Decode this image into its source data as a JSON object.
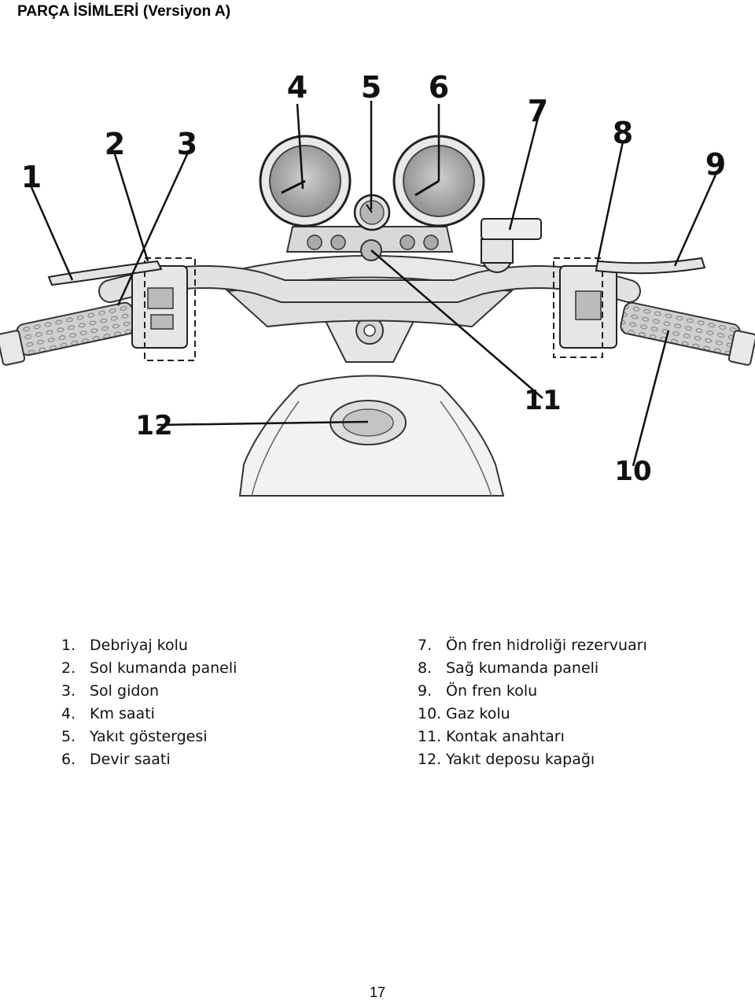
{
  "document": {
    "title": "PARÇA İSİMLERİ (Versiyon A)",
    "page_number": "17"
  },
  "callouts": [
    "1",
    "2",
    "3",
    "4",
    "5",
    "6",
    "7",
    "8",
    "9",
    "10",
    "11",
    "12"
  ],
  "parts": {
    "left": [
      {
        "num": "1.",
        "name": "Debriyaj kolu"
      },
      {
        "num": "2.",
        "name": "Sol kumanda paneli"
      },
      {
        "num": "3.",
        "name": "Sol gidon"
      },
      {
        "num": "4.",
        "name": "Km saati"
      },
      {
        "num": "5.",
        "name": "Yakıt göstergesi"
      },
      {
        "num": "6.",
        "name": "Devir saati"
      }
    ],
    "right": [
      {
        "num": "7.",
        "name": "Ön fren hidroliği rezervuarı"
      },
      {
        "num": "8.",
        "name": "Sağ kumanda paneli"
      },
      {
        "num": "9.",
        "name": "Ön fren kolu"
      },
      {
        "num": "10.",
        "name": "Gaz kolu"
      },
      {
        "num": "11.",
        "name": "Kontak anahtarı"
      },
      {
        "num": "12.",
        "name": "Yakıt deposu kapağı"
      }
    ]
  }
}
